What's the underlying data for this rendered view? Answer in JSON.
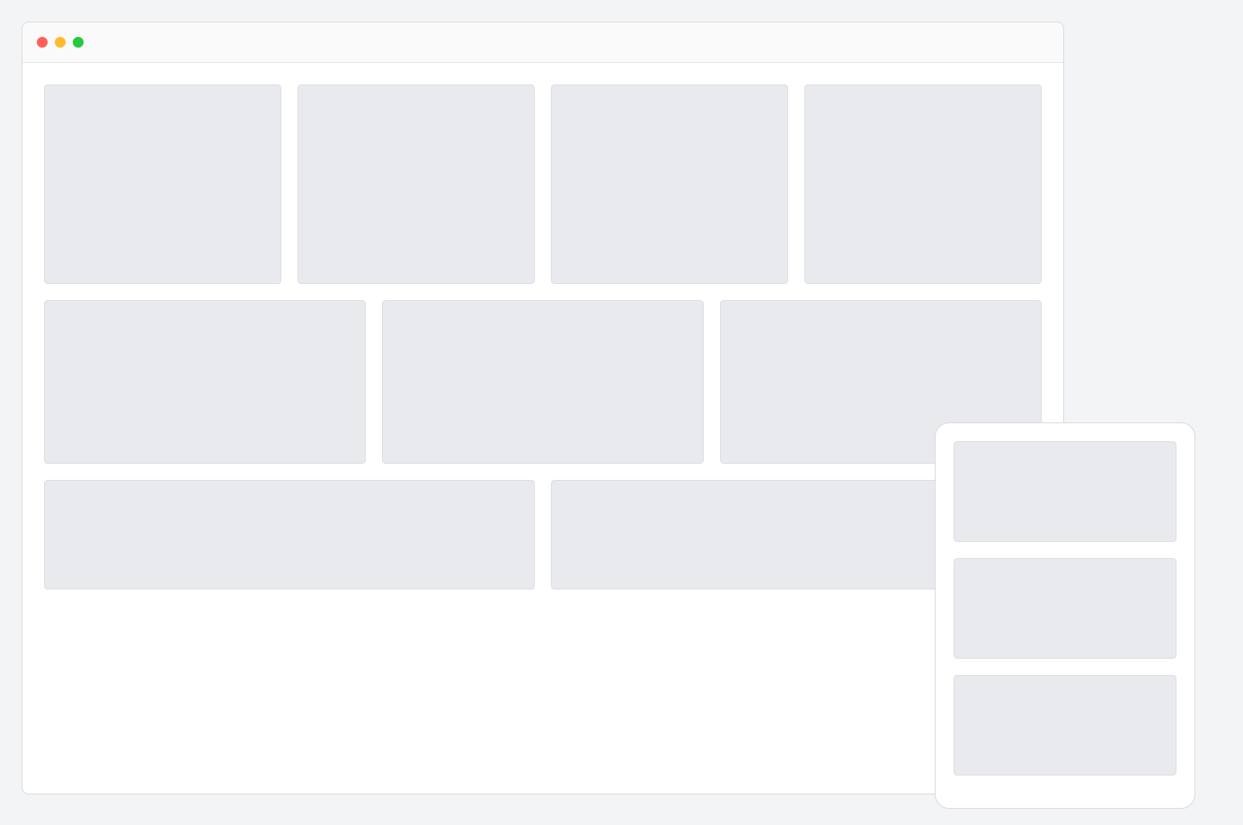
{
  "window": {
    "controls": [
      "close",
      "minimize",
      "maximize"
    ]
  }
}
